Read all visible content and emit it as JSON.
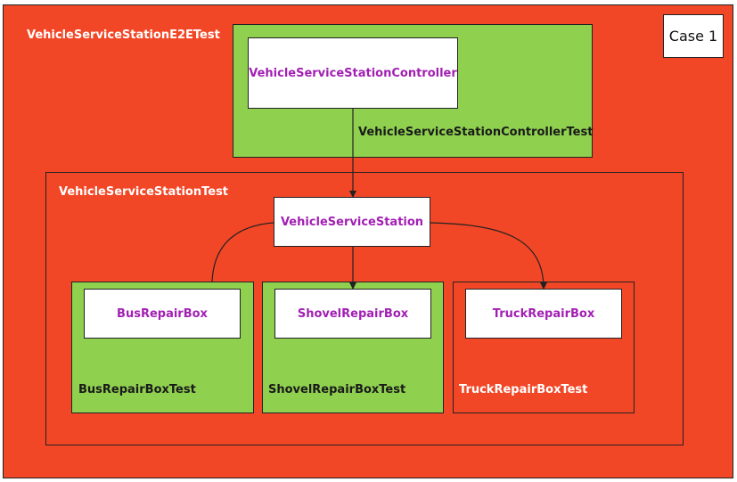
{
  "diagram": {
    "case_label": "Case 1",
    "e2e_test": {
      "label": "VehicleServiceStationE2ETest"
    },
    "controller_test": {
      "label": "VehicleServiceStationControllerTest",
      "component": "VehicleServiceStationController"
    },
    "station_test": {
      "label": "VehicleServiceStationTest",
      "component": "VehicleServiceStation"
    },
    "repair_boxes": [
      {
        "component": "BusRepairBox",
        "test_label": "BusRepairBoxTest"
      },
      {
        "component": "ShovelRepairBox",
        "test_label": "ShovelRepairBoxTest"
      },
      {
        "component": "TruckRepairBox",
        "test_label": "TruckRepairBoxTest"
      }
    ],
    "colors": {
      "red": "#f24726",
      "green": "#8fd14f",
      "component_text": "#a21fb3"
    }
  }
}
